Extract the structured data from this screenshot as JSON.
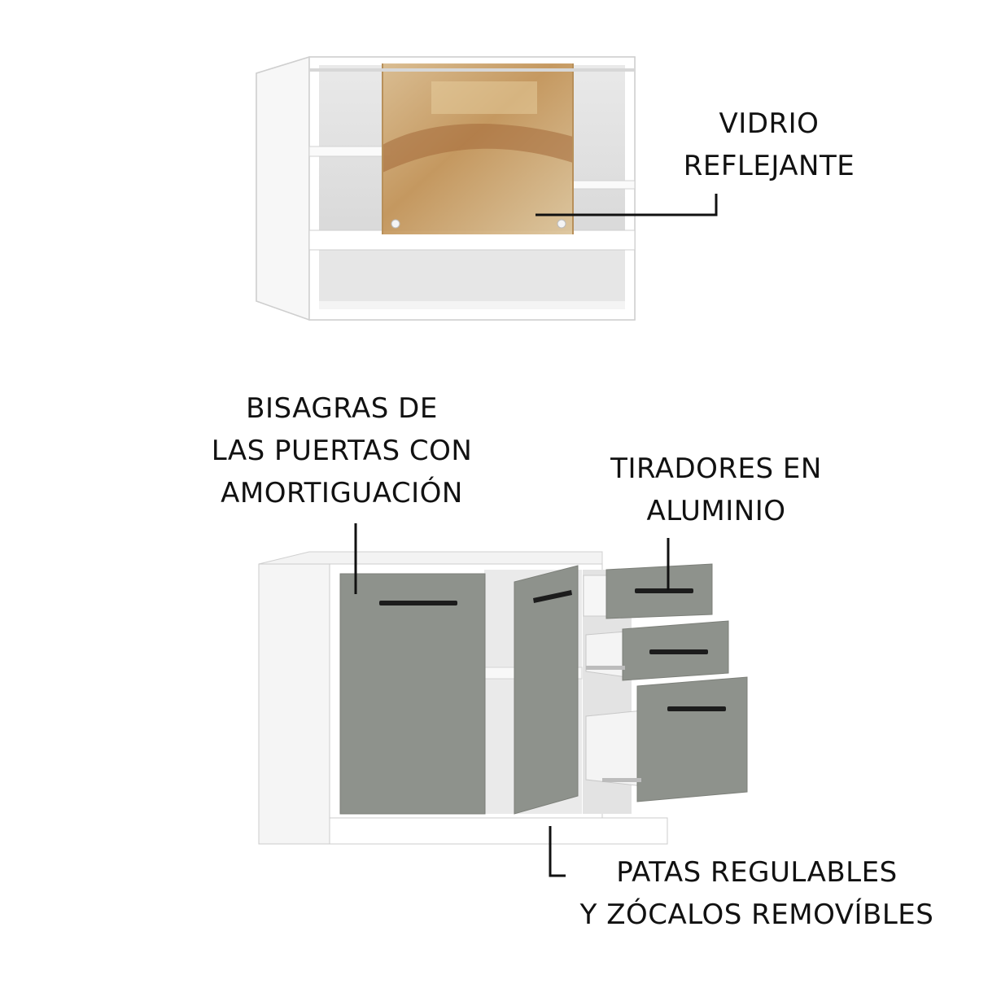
{
  "callouts": {
    "glass": {
      "lines": [
        "VIDRIO",
        "REFLEJANTE"
      ]
    },
    "hinges": {
      "lines": [
        "BISAGRAS DE",
        "LAS PUERTAS CON",
        "AMORTIGUACIÓN"
      ]
    },
    "handles": {
      "lines": [
        "TIRADORES EN",
        "ALUMINIO"
      ]
    },
    "feet": {
      "lines": [
        "PATAS REGULABLES",
        "Y ZÓCALOS REMOVÍBLES"
      ]
    }
  },
  "colors": {
    "cabinet_body": "#ffffff",
    "door_gray": "#8e928c",
    "glass_amber": "#c9a36a",
    "handle_black": "#1c1c1c",
    "leader_line": "#111111"
  }
}
